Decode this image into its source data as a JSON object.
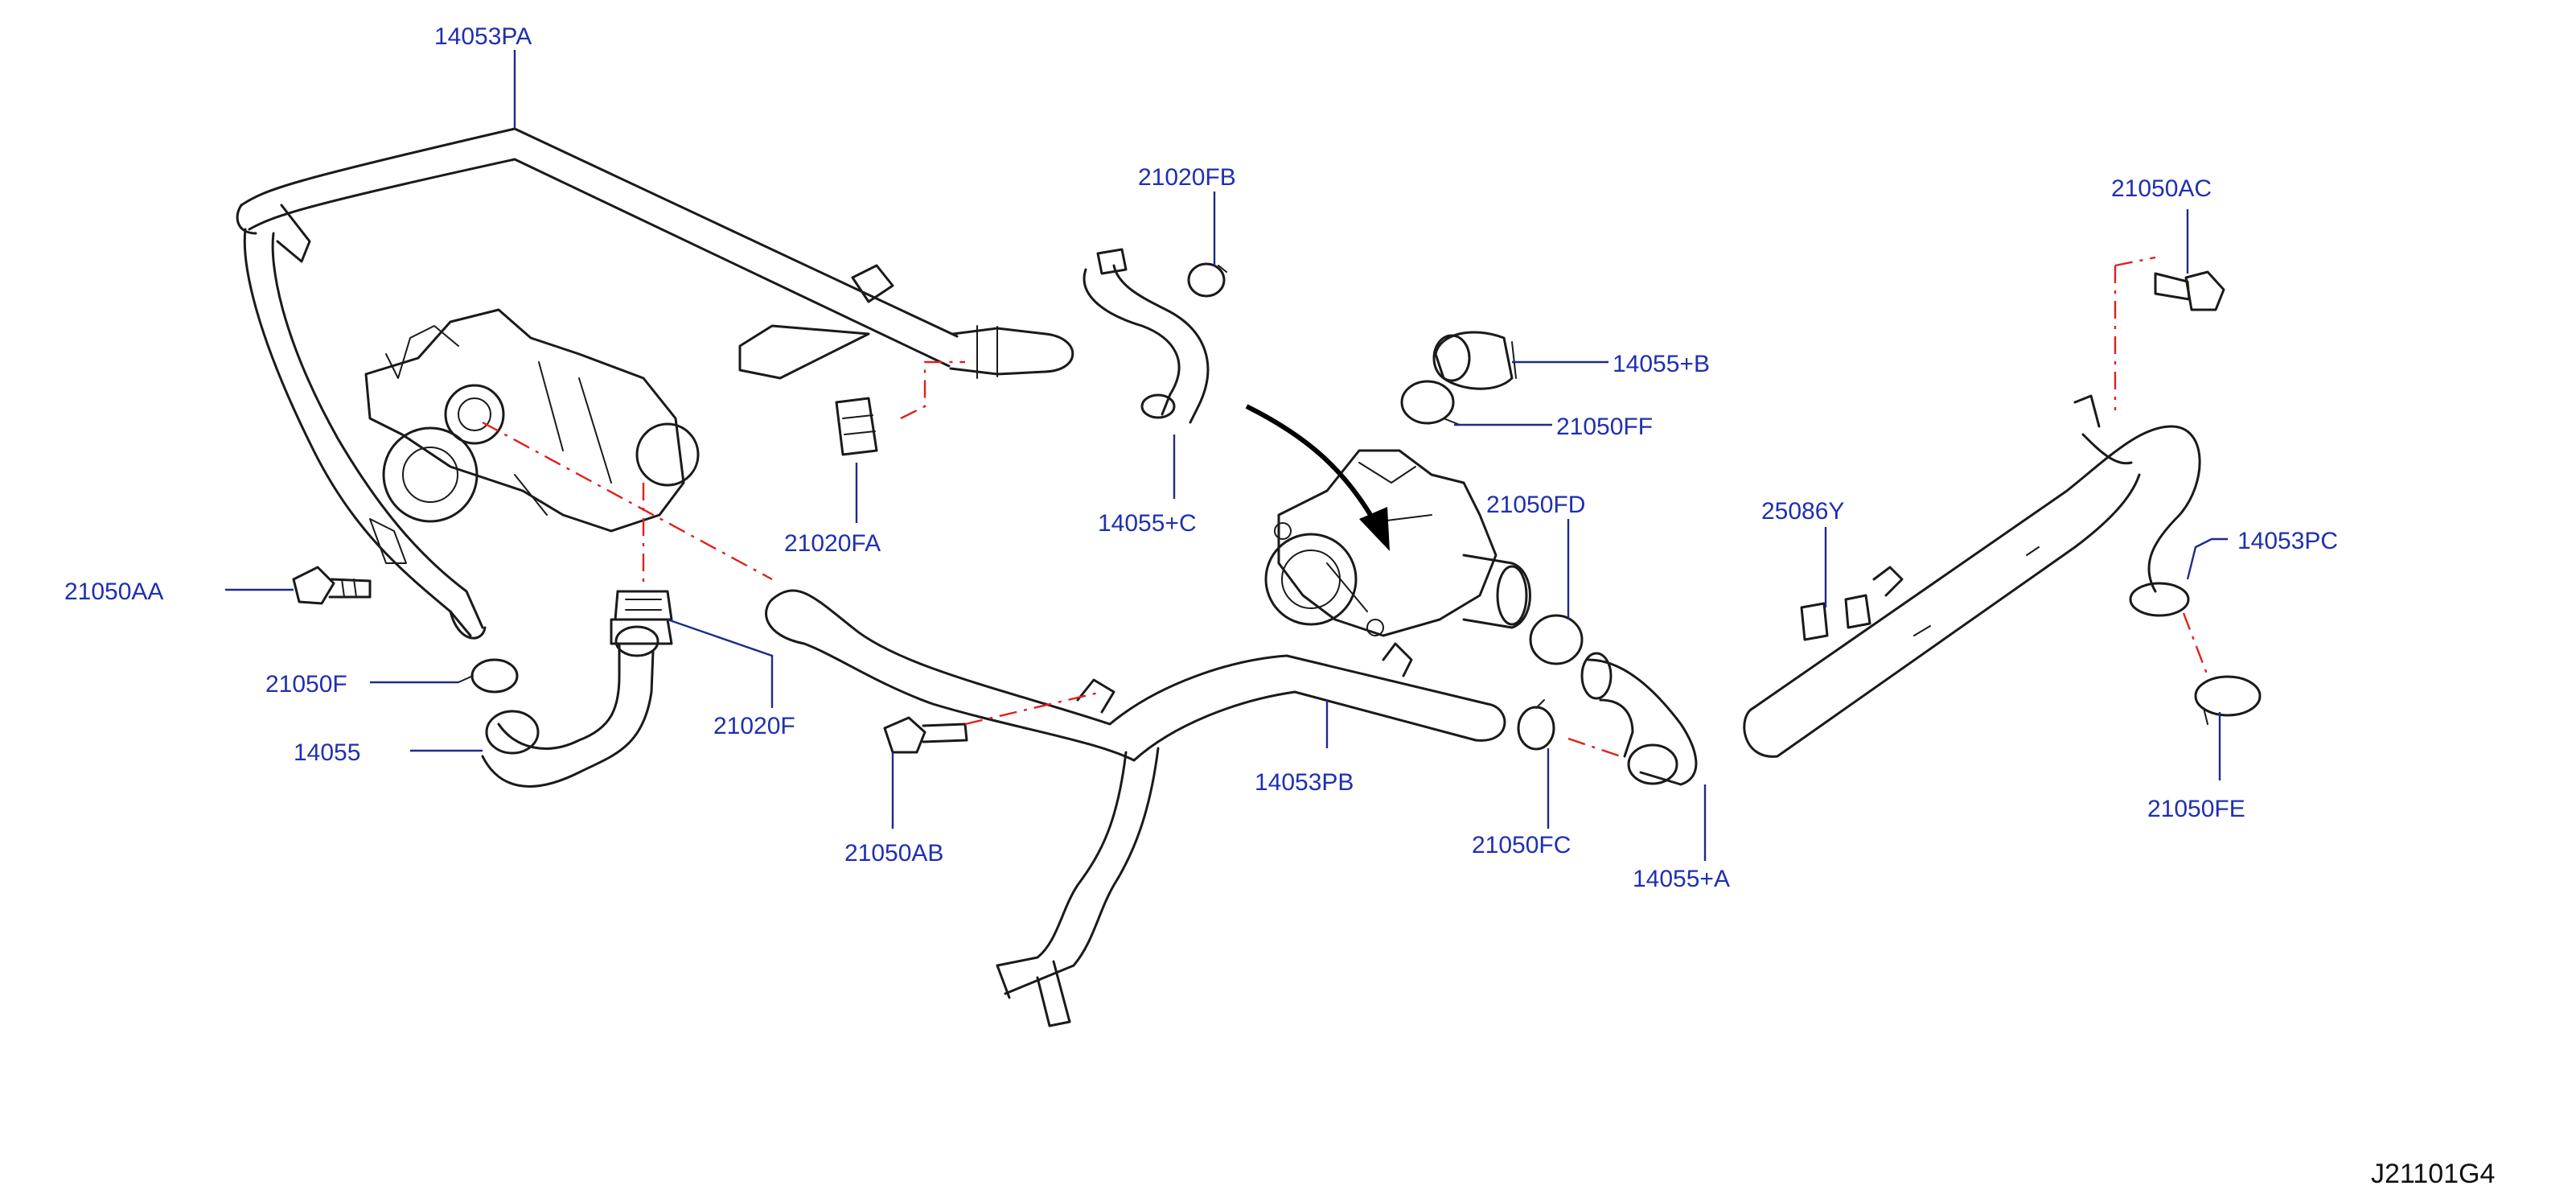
{
  "diagram": {
    "code": "J21101G4",
    "colors": {
      "label": "#1f2fb0",
      "leader": "#1f2a8a",
      "dash": "#e0201b",
      "part": "#1a1a1a"
    },
    "labels": {
      "p14053PA": "14053PA",
      "p21020FB": "21020FB",
      "p21050AC": "21050AC",
      "p14055B": "14055+B",
      "p21050FF": "21050FF",
      "p21020FA": "21020FA",
      "p14055C": "14055+C",
      "p21050FD": "21050FD",
      "p25086Y": "25086Y",
      "p14053PC": "14053PC",
      "p21050AA": "21050AA",
      "p21050F": "21050F",
      "p14055": "14055",
      "p21020F": "21020F",
      "p21050AB": "21050AB",
      "p14053PB": "14053PB",
      "p21050FC": "21050FC",
      "p14055A": "14055+A",
      "p21050FE": "21050FE"
    }
  }
}
